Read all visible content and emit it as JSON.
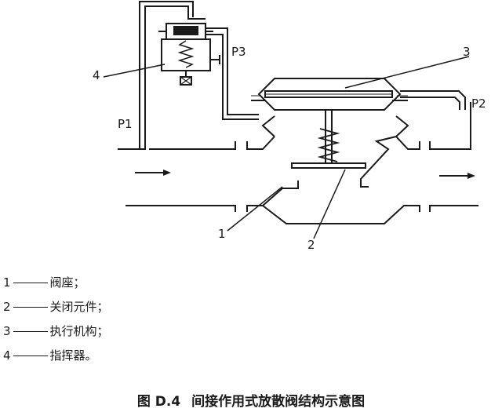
{
  "diagram": {
    "labels": {
      "p1": "P1",
      "p2": "P2",
      "p3": "P3",
      "n1": "1",
      "n2": "2",
      "n3": "3",
      "n4": "4"
    },
    "flow_arrows": [
      "inlet",
      "outlet"
    ]
  },
  "legend": [
    {
      "num": "1",
      "text": "阀座；"
    },
    {
      "num": "2",
      "text": "关闭元件；"
    },
    {
      "num": "3",
      "text": "执行机构；"
    },
    {
      "num": "4",
      "text": "指挥器。"
    }
  ],
  "caption": {
    "figure_no": "图 D.4",
    "title": "间接作用式放散阀结构示意图"
  },
  "colors": {
    "ink": "#1a1a1a",
    "background": "#ffffff"
  }
}
